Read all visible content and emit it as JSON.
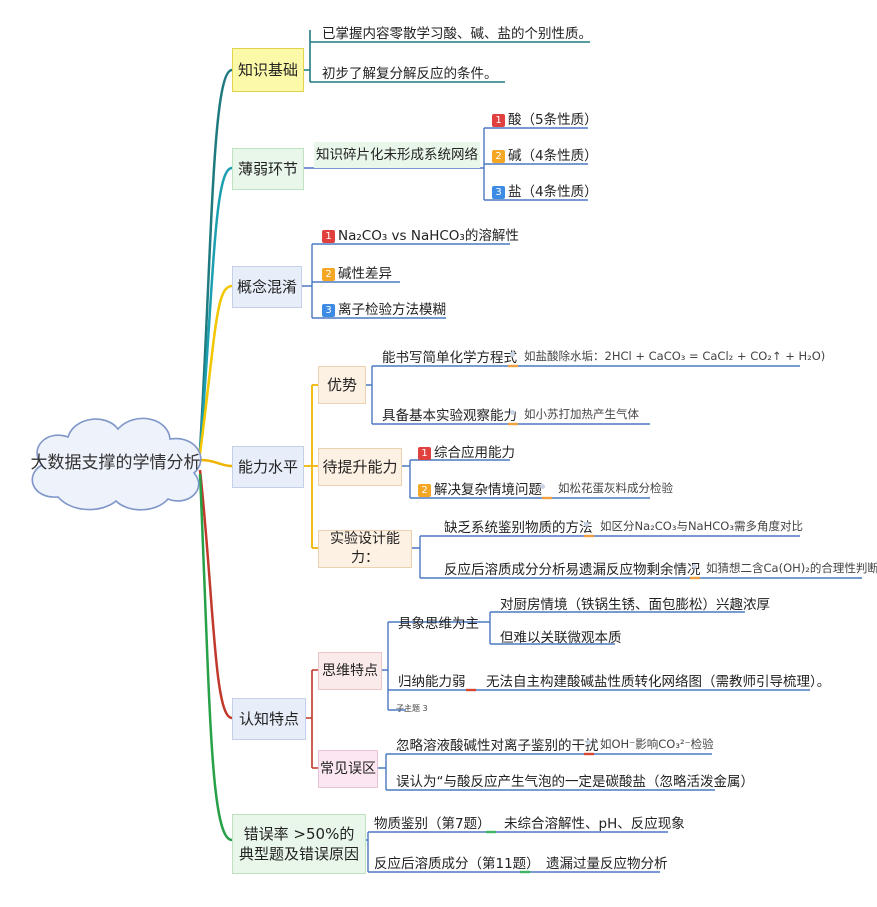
{
  "root": {
    "label": "大数据支撑的学情分析"
  },
  "branches": {
    "knowledge": {
      "label": "知识基础",
      "items": [
        "已掌握内容零散学习酸、碱、盐的个别性质。",
        "初步了解复分解反应的条件。"
      ]
    },
    "weak": {
      "label": "薄弱环节",
      "sub": "知识碎片化未形成系统网络",
      "items": [
        {
          "badge": "1",
          "text": "酸（5条性质）"
        },
        {
          "badge": "2",
          "text": "碱（4条性质）"
        },
        {
          "badge": "3",
          "text": "盐（4条性质）"
        }
      ]
    },
    "confusion": {
      "label": "概念混淆",
      "items": [
        {
          "badge": "1",
          "text": "Na₂CO₃ vs NaHCO₃的溶解性"
        },
        {
          "badge": "2",
          "text": "碱性差异"
        },
        {
          "badge": "3",
          "text": "离子检验方法模糊"
        }
      ]
    },
    "ability": {
      "label": "能力水平",
      "advantage": {
        "label": "优势",
        "items": [
          {
            "text": "能书写简单化学方程式",
            "note": "如盐酸除水垢：2HCl + CaCO₃ = CaCl₂ + CO₂↑ + H₂O)"
          },
          {
            "text": "具备基本实验观察能力",
            "note": "如小苏打加热产生气体"
          }
        ]
      },
      "improve": {
        "label": "待提升能力",
        "items": [
          {
            "badge": "1",
            "text": "综合应用能力",
            "note": ""
          },
          {
            "badge": "2",
            "text": "解决复杂情境问题",
            "note": "如松花蛋灰料成分检验"
          }
        ]
      },
      "design": {
        "label": "实验设计能力：",
        "items": [
          {
            "text": "缺乏系统鉴别物质的方法",
            "note": "如区分Na₂CO₃与NaHCO₃需多角度对比"
          },
          {
            "text": "反应后溶质成分分析易遗漏反应物剩余情况",
            "note": "如猜想二含Ca(OH)₂的合理性判断"
          }
        ]
      }
    },
    "cognition": {
      "label": "认知特点",
      "thinking": {
        "label": "思维特点",
        "concrete": {
          "label": "具象思维为主",
          "items": [
            "对厨房情境（铁锅生锈、面包膨松）兴趣浓厚",
            "但难以关联微观本质"
          ]
        },
        "induct": {
          "label": "归纳能力弱",
          "text": "无法自主构建酸碱盐性质转化网络图（需教师引导梳理）。"
        },
        "subtopic": "子主题 3"
      },
      "mistakes": {
        "label": "常见误区",
        "items": [
          {
            "text": "忽略溶液酸碱性对离子鉴别的干扰",
            "note": "如OH⁻影响CO₃²⁻检验"
          },
          {
            "text": "误认为“与酸反应产生气泡的一定是碳酸盐（忽略活泼金属）",
            "note": ""
          }
        ]
      }
    },
    "errors": {
      "label_line1": "错误率 >50%的",
      "label_line2": "典型题及错误原因",
      "items": [
        {
          "text": "物质鉴别（第7题）",
          "note": "未综合溶解性、pH、反应现象"
        },
        {
          "text": "反应后溶质成分（第11题）",
          "note": "遗漏过量反应物分析"
        }
      ]
    }
  },
  "colors": {
    "knowledge": "#1f7a80",
    "weak": "#1c9fb0",
    "confusion": "#f2c600",
    "ability": "#f0b400",
    "cognition": "#c0392b",
    "errors": "#27a048",
    "leaf_underline": "#4a78c2",
    "note_marker": "#f0a040"
  }
}
